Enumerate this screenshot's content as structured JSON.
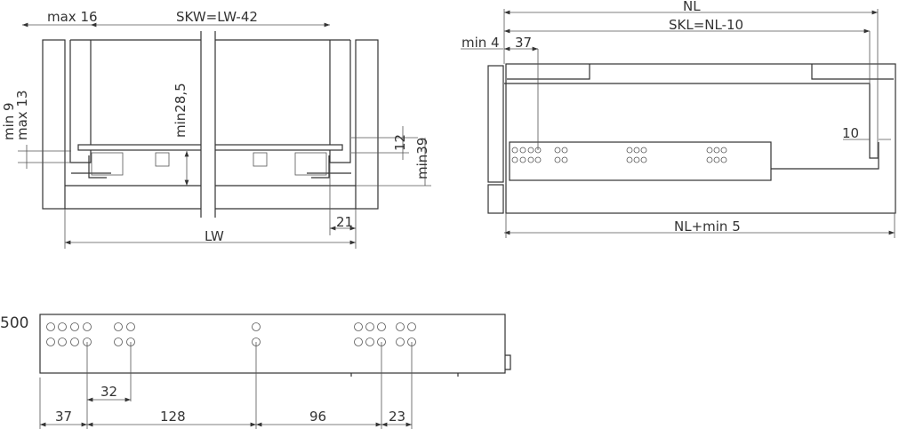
{
  "front_view": {
    "max16": "max 16",
    "skw": "SKW=LW-42",
    "min9": "min 9",
    "max13": "max 13",
    "min28_5": "min28,5",
    "dim12": "12",
    "min39": "min39",
    "dim21": "21",
    "lw": "LW"
  },
  "side_view": {
    "nl": "NL",
    "skl": "SKL=NL-10",
    "min4": "min 4",
    "dim37": "37",
    "dim10": "10",
    "nl_min5": "NL+min 5"
  },
  "runner_view": {
    "length": "500",
    "dim32": "32",
    "dim37": "37",
    "dim128": "128",
    "dim96": "96",
    "dim23": "23"
  }
}
